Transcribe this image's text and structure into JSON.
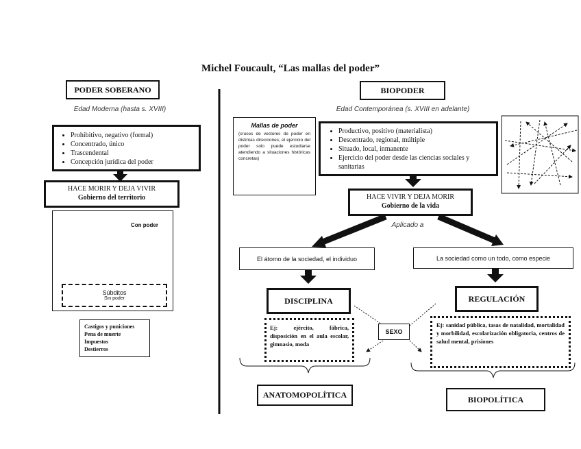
{
  "title": "Michel Foucault, “Las mallas del poder”",
  "left": {
    "header": "PODER SOBERANO",
    "period": "Edad Moderna (hasta s. XVIII)",
    "features": [
      "Prohibitivo, negativo (formal)",
      "Concentrado, único",
      "Trascendental",
      "Concepción jurídica del poder"
    ],
    "maxim_line1": "HACE MORIR Y DEJA VIVIR",
    "maxim_line2": "Gobierno del territorio",
    "con_poder": "Con poder",
    "subditos": "Súbditos",
    "sin_poder": "Sin poder",
    "sanctions": [
      "Castigos y puniciones",
      "Pena de muerte",
      "Impuestos",
      "Destierros"
    ]
  },
  "mallas": {
    "title": "Mallas de poder",
    "text": "(cruces de vectores de poder en distintas direcciones; el ejercicio del poder solo puede estudiarse atendiendo a situaciones históricas concretas)"
  },
  "right": {
    "header": "BIOPODER",
    "period": "Edad Contemporánea (s. XVIII en adelante)",
    "features": [
      "Productivo, positivo (materialista)",
      "Descentrado, regional, múltiple",
      "Situado, local, inmanente",
      "Ejercicio del poder desde las ciencias sociales y sanitarias"
    ],
    "maxim_line1": "HACE VIVIR Y DEJA MORIR",
    "maxim_line2": "Gobierno de la vida",
    "applied": "Aplicado a",
    "individual": "El átomo de la sociedad, el individuo",
    "species": "La sociedad como un todo, como especie",
    "disciplina": "DISCIPLINA",
    "regulacion": "REGULACIÓN",
    "disciplina_examples": "Ej: ejército, fábrica, disposición en el aula escolar, gimnasio, moda",
    "regulacion_examples": "Ej: sanidad pública, tasas de natalidad, mortalidad y morbilidad, escolarización obligatoria, centros de salud mental, prisiones",
    "sexo": "SEXO",
    "anatomopolitica": "ANATOMOPOLÍTICA",
    "biopolitica": "BIOPOLÍTICA"
  }
}
